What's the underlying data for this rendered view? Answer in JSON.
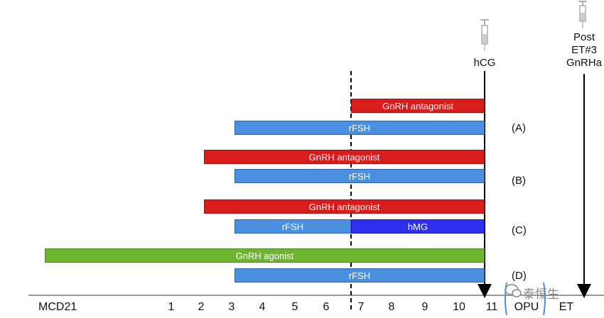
{
  "bars": {
    "a_antagonist": "GnRH antagonist",
    "a_rfsh": "rFSH",
    "b_antagonist": "GnRH antagonist",
    "b_rfsh": "rFSH",
    "c_antagonist": "GnRH antagonist",
    "c_rfsh": "rFSH",
    "c_hmg": "hMG",
    "d_agonist": "GnRH agonist",
    "d_rfsh": "rFSH"
  },
  "row_labels": {
    "a": "(A)",
    "b": "(B)",
    "c": "(C)",
    "d": "(D)"
  },
  "markers": {
    "hcg": "hCG",
    "post_line1": "Post",
    "post_line2": "ET#3",
    "post_line3": "GnRHa"
  },
  "axis": {
    "ticks": [
      "MCD21",
      "1",
      "2",
      "3",
      "4",
      "5",
      "6",
      "7",
      "8",
      "9",
      "10",
      "11",
      "OPU",
      "ET"
    ]
  },
  "watermark": "泰恒生",
  "colors": {
    "antagonist": "#d91c1c",
    "rfsh": "#4a8fe0",
    "hmg": "#2f2ff0",
    "agonist": "#6cb52c"
  },
  "icons": [
    "syringe-icon",
    "syringe-icon",
    "wechat-icon"
  ]
}
